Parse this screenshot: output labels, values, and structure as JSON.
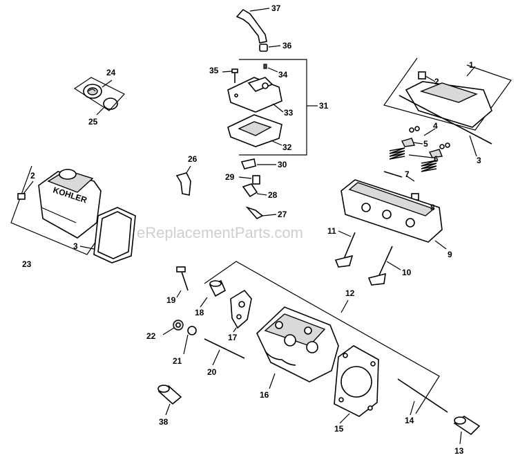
{
  "watermark": "eReplacementParts.com",
  "callouts": {
    "c1": "1",
    "c2a": "2",
    "c2b": "2",
    "c3a": "3",
    "c3b": "3",
    "c4": "4",
    "c5": "5",
    "c6": "6",
    "c7": "7",
    "c8": "8",
    "c9": "9",
    "c10": "10",
    "c11": "11",
    "c12": "12",
    "c13": "13",
    "c14": "14",
    "c15": "15",
    "c16": "16",
    "c17": "17",
    "c18": "18",
    "c19": "19",
    "c20": "20",
    "c21": "21",
    "c22": "22",
    "c23": "23",
    "c24": "24",
    "c25": "25",
    "c26": "26",
    "c27": "27",
    "c28": "28",
    "c29": "29",
    "c30": "30",
    "c31": "31",
    "c32": "32",
    "c33": "33",
    "c34": "34",
    "c35": "35",
    "c36": "36",
    "c37": "37",
    "c38": "38"
  },
  "cover_logo_text": "KOHLER"
}
